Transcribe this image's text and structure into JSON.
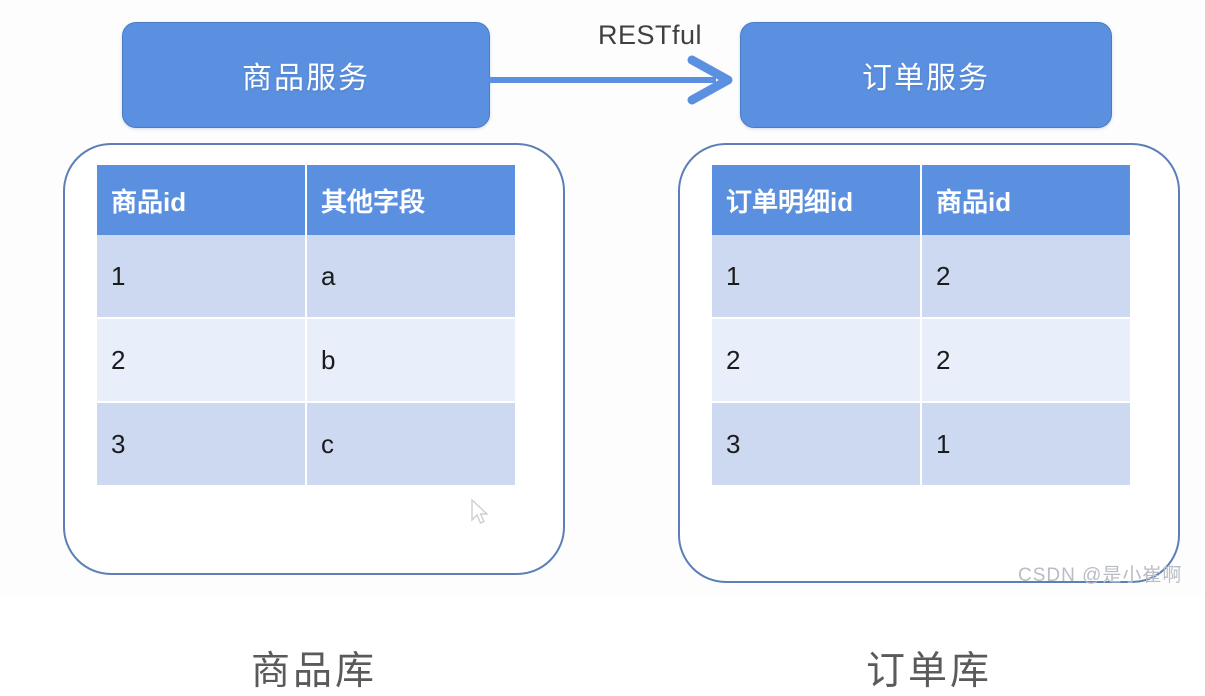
{
  "diagram": {
    "services": [
      {
        "id": "product-service",
        "label": "商品服务"
      },
      {
        "id": "order-service",
        "label": "订单服务"
      }
    ],
    "connector": {
      "label": "RESTful",
      "direction": "left-to-right",
      "from": "商品服务",
      "to": "订单服务"
    },
    "databases": [
      {
        "id": "product-db",
        "title": "商品库",
        "table": {
          "headers": [
            "商品id",
            "其他字段"
          ],
          "rows": [
            [
              "1",
              "a"
            ],
            [
              "2",
              "b"
            ],
            [
              "3",
              "c"
            ]
          ]
        }
      },
      {
        "id": "order-db",
        "title": "订单库",
        "table": {
          "headers": [
            "订单明细id",
            "商品id"
          ],
          "rows": [
            [
              "1",
              "2"
            ],
            [
              "2",
              "2"
            ],
            [
              "3",
              "1"
            ]
          ]
        }
      }
    ],
    "colors": {
      "service_fill": "#5b90e0",
      "service_border": "#4a7cc4",
      "header_fill": "#5b90e0",
      "row_odd": "#ccd9f0",
      "row_even": "#e8eefa",
      "container_border": "#5c7fb5",
      "arrow": "#5b90e0",
      "title_text": "#5a5a5a"
    }
  },
  "watermark": {
    "text": "CSDN @是小崔啊"
  }
}
